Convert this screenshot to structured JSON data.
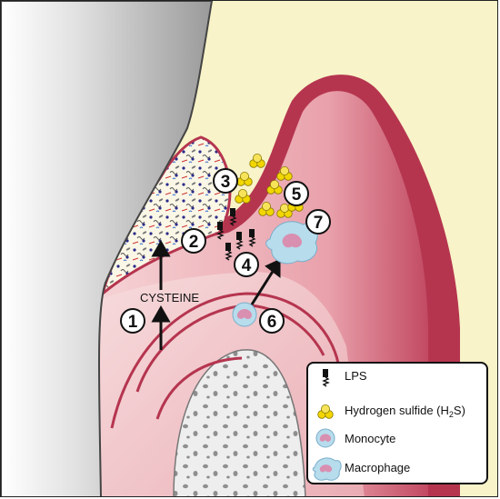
{
  "labels": {
    "cysteine": "CYSTEINE"
  },
  "steps": [
    {
      "number": "1"
    },
    {
      "number": "2"
    },
    {
      "number": "3"
    },
    {
      "number": "4"
    },
    {
      "number": "5"
    },
    {
      "number": "6"
    },
    {
      "number": "7"
    }
  ],
  "legend": {
    "items": [
      {
        "label": "LPS",
        "icon": "lps-icon"
      },
      {
        "label_main": "Hydrogen sulfide (H",
        "label_sub": "2",
        "label_end": "S)",
        "icon": "hydrogen-sulfide-icon"
      },
      {
        "label": "Monocyte",
        "icon": "monocyte-icon"
      },
      {
        "label": "Macrophage",
        "icon": "macrophage-icon"
      }
    ]
  },
  "colors": {
    "background": "#f8f3c8",
    "gingiva_dark": "#b5354f",
    "gingiva_light": "#f3c9cc",
    "tooth": "#c9c9c9",
    "bone": "#e9e9e9",
    "h2s": "#f2d600",
    "cell": "#b7dcec",
    "nucleus": "#d98fb0"
  }
}
